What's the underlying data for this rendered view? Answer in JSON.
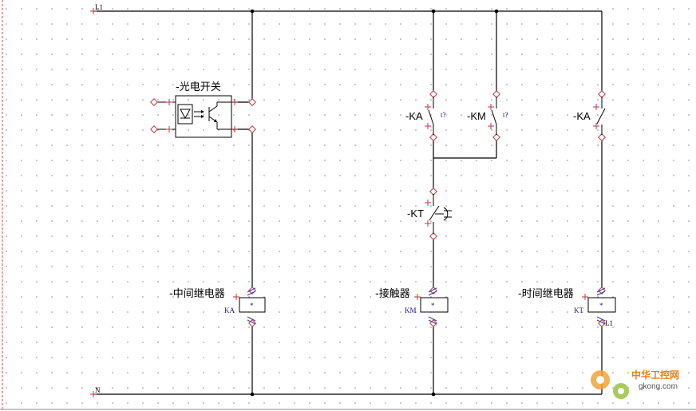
{
  "rails": {
    "top_label": "L1",
    "bottom_label": "N"
  },
  "photoswitch": {
    "label": "-光电开关"
  },
  "contacts": [
    {
      "id": "ka1",
      "label": "-KA",
      "suffix": "t?"
    },
    {
      "id": "km",
      "label": "-KM",
      "suffix": "t?"
    },
    {
      "id": "kt",
      "label": "-KT",
      "suffix": ""
    },
    {
      "id": "ka2",
      "label": "-KA",
      "suffix": ""
    }
  ],
  "coils": [
    {
      "id": "relay",
      "label": "-中间继电器",
      "tag": "KA"
    },
    {
      "id": "contactor",
      "label": "-接触器",
      "tag": "KM"
    },
    {
      "id": "timer",
      "label": "-时间继电器",
      "tag": "KT",
      "terminal": "L1"
    }
  ],
  "coil_star": "*",
  "watermark": {
    "line1": "中华工控网",
    "line2": "gkong.com"
  },
  "colors": {
    "wire": "#000000",
    "terminal": "#c0393b",
    "tag": "#1a1a8c",
    "watermark": "#e8801a"
  }
}
